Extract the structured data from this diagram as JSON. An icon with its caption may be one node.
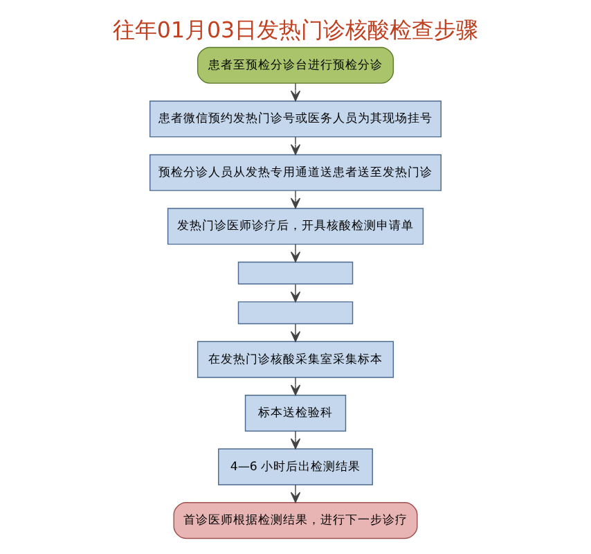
{
  "diagram": {
    "title": "往年01月03日发热门诊核酸检查步骤",
    "nodes": [
      {
        "text": [
          "患者至预检分诊台进行预检分诊"
        ]
      },
      {
        "text": [
          "患者微信预约发热门诊号或医务人员为其现场挂号"
        ]
      },
      {
        "text": [
          "预检分诊人员从发热专用通道送患者送至发热门诊"
        ]
      },
      {
        "text": [
          "发热门诊医师诊疗后，开具核酸检测申请单"
        ]
      },
      {
        "text": [],
        "shape": "box"
      },
      {
        "text": [],
        "shape": "box"
      },
      {
        "text": [
          "在发热门诊核酸采集室采集标本"
        ]
      },
      {
        "text": [
          "标本送检验科"
        ]
      },
      {
        "text": [
          "4—6 小时后出检测结果"
        ]
      },
      {
        "text": [
          "首诊医师根据检测结果，进行下一步诊疗"
        ]
      }
    ],
    "edges": [
      {
        "from": 0,
        "to": 1,
        "arrow": "to"
      },
      {
        "from": 1,
        "to": 2,
        "arrow": "to"
      },
      {
        "from": 2,
        "to": 3,
        "arrow": "to"
      },
      {
        "from": 3,
        "to": 4,
        "arrow": "to"
      },
      {
        "from": 4,
        "to": 5,
        "arrow": "to"
      },
      {
        "from": 5,
        "to": 6,
        "arrow": "to"
      },
      {
        "from": 6,
        "to": 7,
        "arrow": "to"
      },
      {
        "from": 7,
        "to": 8,
        "arrow": "to"
      },
      {
        "from": 8,
        "to": 9,
        "arrow": "to"
      }
    ]
  }
}
